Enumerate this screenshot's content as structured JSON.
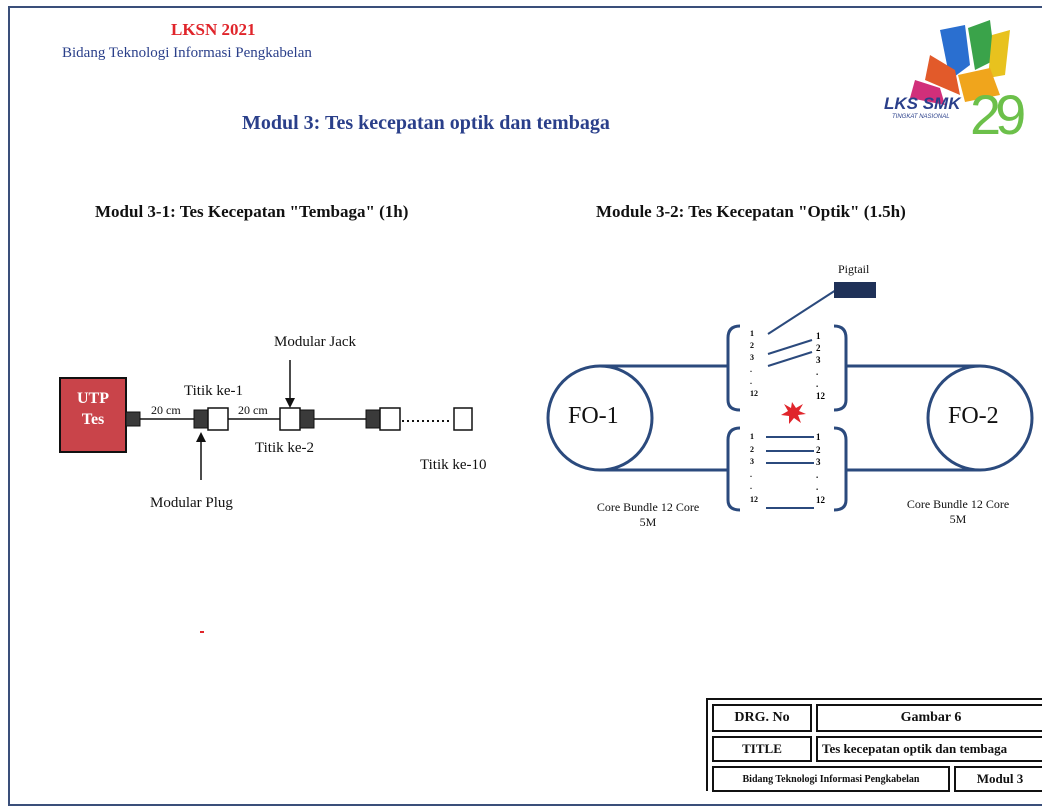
{
  "header": {
    "event": "LKSN 2021",
    "field": "Bidang Teknologi Informasi Pengkabelan",
    "module_title": "Modul 3:  Tes kecepatan optik dan tembaga"
  },
  "logo": {
    "brand": "LKS SMK",
    "tagline": "TINGKAT NASIONAL",
    "number": "29"
  },
  "copper": {
    "title": "Modul 3-1: Tes Kecepatan \"Tembaga\" (1h)",
    "tester_line1": "UTP",
    "tester_line2": "Tes",
    "dist1": "20 cm",
    "dist2": "20 cm",
    "point1": "Titik ke-1",
    "point2": "Titik ke-2",
    "point10": "Titik ke-10",
    "jack": "Modular Jack",
    "plug": "Modular Plug"
  },
  "optic": {
    "title": "Module 3-2: Tes Kecepatan \"Optik\" (1.5h)",
    "pigtail": "Pigtail",
    "fo1": "FO-1",
    "fo2": "FO-2",
    "bundle_left_1": "Core Bundle 12 Core",
    "bundle_left_2": "5M",
    "bundle_right_1": "Core Bundle 12 Core",
    "bundle_right_2": "5M",
    "cores_top_left": [
      "1",
      "2",
      "3",
      ".",
      ".",
      "12"
    ],
    "cores_top_right": [
      "1",
      "2",
      "3",
      ".",
      ".",
      "12"
    ],
    "cores_bottom_left": [
      "1",
      "2",
      "3",
      ".",
      ".",
      "12"
    ],
    "cores_bottom_right": [
      "1",
      "2",
      "3",
      ".",
      ".",
      "12"
    ]
  },
  "title_block": {
    "drg_label": "DRG. No",
    "drg_value": "Gambar 6",
    "title_label": "TITLE",
    "title_value": "Tes kecepatan optik dan tembaga",
    "field": "Bidang Teknologi Informasi Pengkabelan",
    "module": "Modul 3"
  },
  "colors": {
    "accent_red": "#e0252b",
    "navy": "#2a3f8a",
    "cable_blue": "#2b4a7d",
    "tester_red": "#c9444a"
  }
}
